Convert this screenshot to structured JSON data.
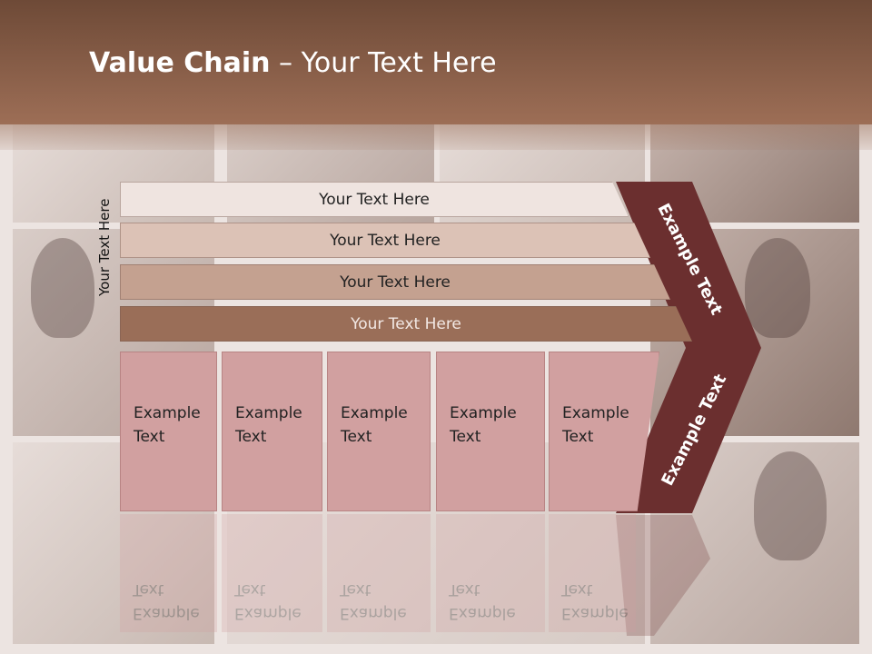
{
  "title": {
    "bold": "Value Chain",
    "rest": " – Your Text Here"
  },
  "rows": [
    {
      "label": "Your Text Here",
      "color": "#efe4e0"
    },
    {
      "label": "Your Text Here",
      "color": "#dcc2b6"
    },
    {
      "label": "Your Text Here",
      "color": "#c4a190"
    },
    {
      "label": "Your Text Here",
      "color": "#9a6e58"
    }
  ],
  "side_label": "Your Text Here",
  "columns": [
    {
      "line1": "Example",
      "line2": "Text"
    },
    {
      "line1": "Example",
      "line2": "Text"
    },
    {
      "line1": "Example",
      "line2": "Text"
    },
    {
      "line1": "Example",
      "line2": "Text"
    },
    {
      "line1": "Example",
      "line2": "Text"
    }
  ],
  "chevron": {
    "upper_text": "Example Text",
    "lower_text": "Example Text",
    "color": "#6b2f2f"
  }
}
